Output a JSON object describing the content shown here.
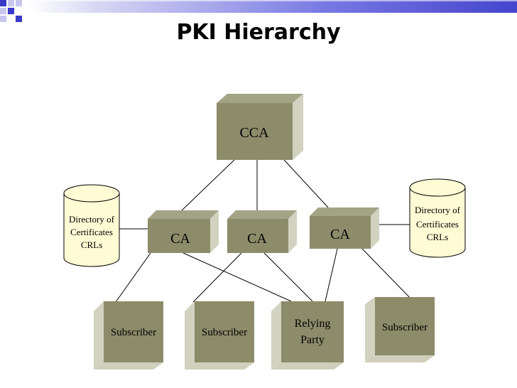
{
  "title": "PKI Hierarchy",
  "colors": {
    "box_front": "#8c8c6b",
    "box_side": "#cfcfbc",
    "box_top": "#a3a386",
    "cylinder_fill": "#fffbd4",
    "corner_blue": "#4a4ad0",
    "corner_light": "#c6c6ee"
  },
  "nodes": {
    "cca": "CCA",
    "ca_left": "CA",
    "ca_middle": "CA",
    "ca_right": "CA",
    "subscriber_1": "Subscriber",
    "subscriber_2": "Subscriber",
    "relying_party": [
      "Relying",
      "Party"
    ],
    "subscriber_3": "Subscriber"
  },
  "directories": {
    "left": [
      "Directory of",
      "Certificates",
      "CRLs"
    ],
    "right": [
      "Directory of",
      "Certificates",
      "CRLs"
    ]
  }
}
